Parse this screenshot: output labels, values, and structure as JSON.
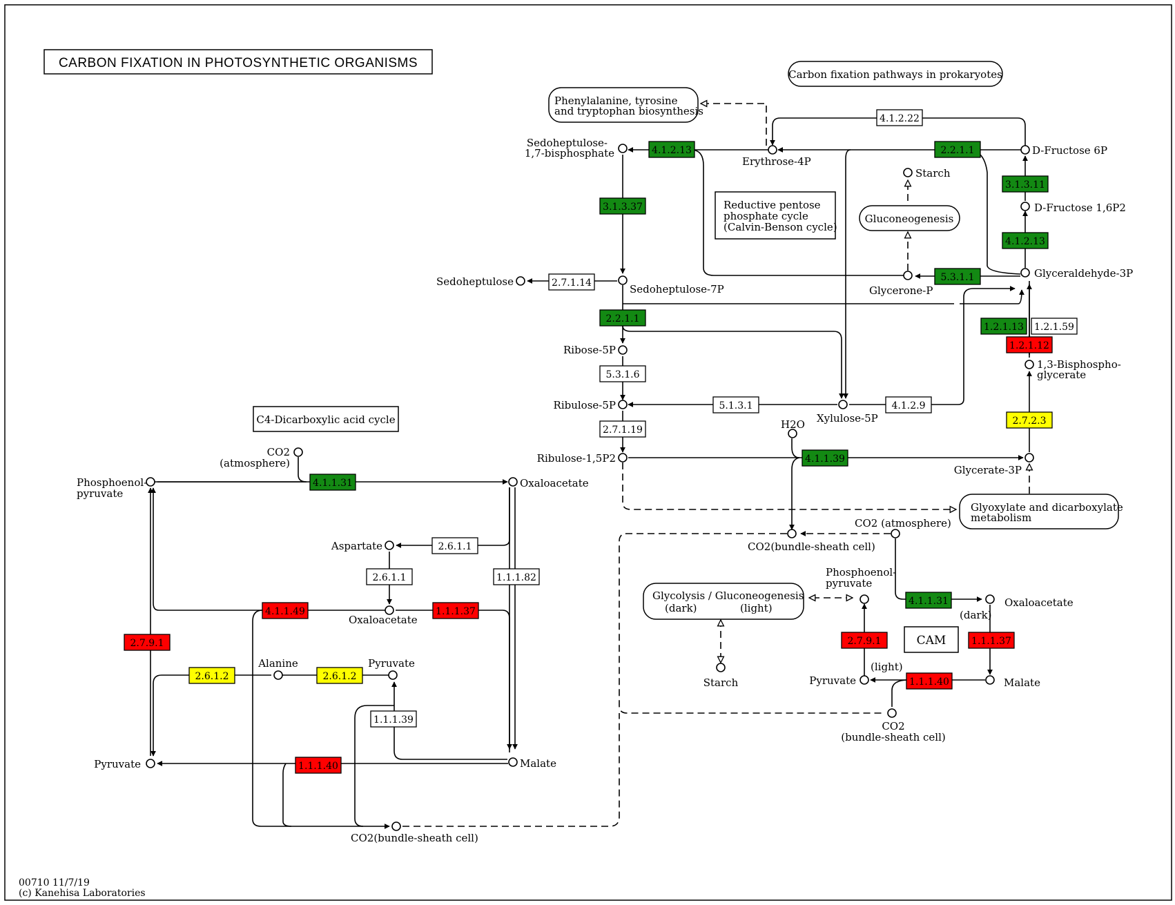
{
  "title": "CARBON FIXATION IN PHOTOSYNTHETIC ORGANISMS",
  "footer": {
    "map_id": "00710 11/7/19",
    "copyright": "(c) Kanehisa Laboratories"
  },
  "colors": {
    "green": "#138913",
    "red": "#ff0000",
    "yellow": "#ffff00",
    "white": "#ffffff"
  },
  "map_links": {
    "prokaryotes": "Carbon fixation pathways in prokaryotes",
    "phe1": "Phenylalanine, tyrosine",
    "phe2": "and tryptophan biosynthesis",
    "gluconeogenesis": "Gluconeogenesis",
    "glyox1": "Glyoxylate and dicarboxylate",
    "glyox2": "metabolism",
    "glyc1": "Glycolysis / Gluconeogenesis",
    "glyc_dark": "(dark)",
    "glyc_light": "(light)"
  },
  "labels": {
    "calvin1": "Reductive pentose",
    "calvin2": "phosphate cycle",
    "calvin3": "(Calvin-Benson cycle)",
    "c4": "C4-Dicarboxylic acid cycle",
    "cam": "CAM"
  },
  "compounds": {
    "sbp1": "Sedoheptulose-",
    "sbp2": "1,7-bisphosphate",
    "e4p": "Erythrose-4P",
    "f6p": "D-Fructose 6P",
    "fbp": "D-Fructose 1,6P2",
    "g3p": "Glyceraldehyde-3P",
    "starch_top": "Starch",
    "glycerone": "Glycerone-P",
    "sedoheptulose": "Sedoheptulose",
    "s7p": "Sedoheptulose-7P",
    "r5p": "Ribose-5P",
    "ru5p": "Ribulose-5P",
    "xu5p": "Xylulose-5P",
    "rubp": "Ribulose-1,5P2",
    "h2o": "H2O",
    "bpg1": "1,3-Bisphospho-",
    "bpg2": "glycerate",
    "g3pa": "Glycerate-3P",
    "co2_atm_right": "CO2 (atmosphere)",
    "co2_bs_mid": "CO2(bundle-sheath cell)",
    "pep_right1": "Phosphoenol-",
    "pep_right2": "pyruvate",
    "oaa_right": "Oxaloacetate",
    "dark": "(dark)",
    "light": "(light)",
    "starch_bottom": "Starch",
    "pyruvate_right": "Pyruvate",
    "malate_right": "Malate",
    "co2_bs_right1": "CO2",
    "co2_bs_right2": "(bundle-sheath cell)",
    "co2_atm_left1": "CO2",
    "co2_atm_left2": "(atmosphere)",
    "pep_left1": "Phosphoenol-",
    "pep_left2": "pyruvate",
    "oaa_left_top": "Oxaloacetate",
    "aspartate": "Aspartate",
    "oaa_left_mid": "Oxaloacetate",
    "alanine": "Alanine",
    "pyruvate_mid": "Pyruvate",
    "pyruvate_left": "Pyruvate",
    "malate_left": "Malate",
    "co2_bs_bottom": "CO2(bundle-sheath cell)"
  },
  "enzymes": {
    "e1": "4.1.2.13",
    "e2": "4.1.2.22",
    "e3": "2.2.1.1",
    "e4": "3.1.3.11",
    "e5": "3.1.3.37",
    "e6": "4.1.2.13",
    "e7": "5.3.1.1",
    "e8": "2.7.1.14",
    "e9": "2.2.1.1",
    "e10": "1.2.1.13",
    "e11": "1.2.1.59",
    "e12": "1.2.1.12",
    "e13": "5.3.1.6",
    "e14": "5.1.3.1",
    "e15": "4.1.2.9",
    "e16": "2.7.2.3",
    "e17": "2.7.1.19",
    "e18": "4.1.1.39",
    "e19": "4.1.1.31",
    "e20": "2.6.1.1",
    "e21": "2.6.1.1",
    "e22": "1.1.1.82",
    "e23": "4.1.1.49",
    "e24": "1.1.1.37",
    "e25": "2.7.9.1",
    "e26": "2.6.1.2",
    "e27": "2.6.1.2",
    "e28": "1.1.1.39",
    "e29": "1.1.1.40",
    "e30": "4.1.1.31",
    "e31": "2.7.9.1",
    "e32": "1.1.1.37",
    "e33": "1.1.1.40"
  }
}
